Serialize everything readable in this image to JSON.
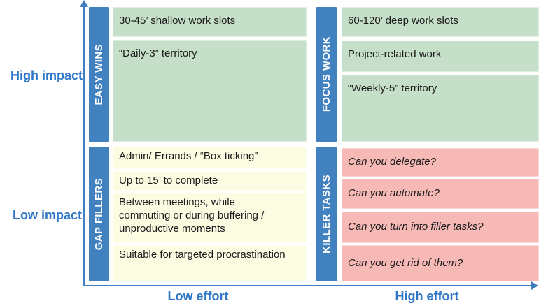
{
  "axes": {
    "y_top": "High impact",
    "y_bottom": "Low impact",
    "x_left": "Low effort",
    "x_right": "High effort"
  },
  "quadrants": {
    "easy_wins": {
      "label": "EASY WINS",
      "items": [
        "30-45’ shallow work slots",
        "“Daily-3” territory"
      ]
    },
    "focus_work": {
      "label": "FOCUS WORK",
      "items": [
        "60-120’ deep work slots",
        "Project-related work",
        "“Weekly-5” territory"
      ]
    },
    "gap_fillers": {
      "label": "GAP FILLERS",
      "items": [
        "Admin/ Errands / “Box ticking”",
        "Up to 15’ to complete",
        "Between meetings, while commuting or during buffering / unproductive moments",
        "Suitable for targeted procrastination"
      ]
    },
    "killer_tasks": {
      "label": "KILLER TASKS",
      "items": [
        "Can you delegate?",
        "Can you automate?",
        "Can you turn into filler tasks?",
        "Can you get rid of them?"
      ]
    }
  },
  "colors": {
    "bar_blue": "#4181c0",
    "axis_blue": "#3f7ec5",
    "axis_label_blue": "#2e76c8",
    "green_cell": "#c5dfc8",
    "yellow_cell": "#fcfce3",
    "pink_cell": "#f7b9b5",
    "cell_text": "#1b1b1b",
    "bar_text": "#ffffff",
    "background": "#ffffff"
  }
}
